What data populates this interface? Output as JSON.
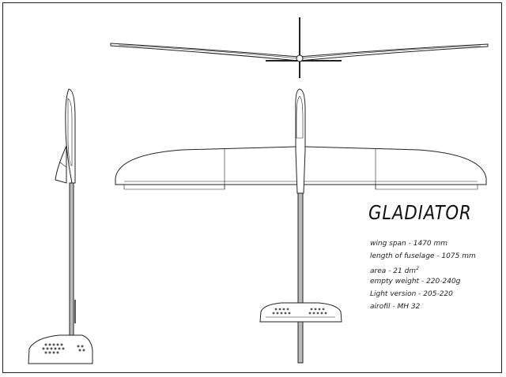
{
  "model_name": "GLADIATOR",
  "specs": [
    {
      "label": "wing span",
      "value": "1470 mm"
    },
    {
      "label": "length of fuselage",
      "value": "1075 mm"
    },
    {
      "label": "area",
      "value": "21 dm",
      "superscript": "2"
    },
    {
      "label": "empty weight",
      "value": "220-240g"
    },
    {
      "label": "Light version",
      "value": "205-220"
    },
    {
      "label": "airofil",
      "value": "MH 32"
    }
  ],
  "colors": {
    "line": "#222222",
    "fill": "#ffffff",
    "hatch": "#555555"
  }
}
